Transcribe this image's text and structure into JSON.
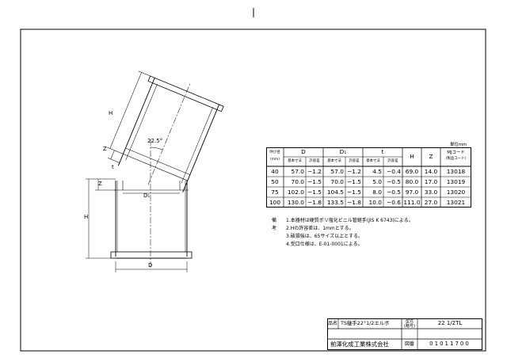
{
  "drawing": {
    "labels": {
      "h_upper": "H",
      "z_upper": "Z",
      "t_upper": "t",
      "angle": "22.5°",
      "z_lower": "Z",
      "h_lower": "H",
      "d_inner": "D₁",
      "d_outer": "D"
    }
  },
  "spec_table": {
    "unit_label": "単位mm",
    "col_nominal": "呼び径",
    "col_nominal_unit": "(mm)",
    "col_d": "D",
    "col_d1": "D₁",
    "col_t": "t",
    "col_h": "H",
    "col_z": "Z",
    "col_code": "MJコード",
    "col_code_sub": "(製品コード)",
    "sub_basic": "基本寸法",
    "sub_tolerance": "許容差",
    "rows": [
      {
        "nominal": "40",
        "d": "57.0",
        "d_tol": "−1.2",
        "d1": "57.0",
        "d1_tol": "−1.2",
        "t": "4.5",
        "t_tol": "−0.4",
        "h": "69.0",
        "z": "14.0",
        "code": "13018"
      },
      {
        "nominal": "50",
        "d": "70.0",
        "d_tol": "−1.5",
        "d1": "70.0",
        "d1_tol": "−1.5",
        "t": "5.0",
        "t_tol": "−0.5",
        "h": "80.0",
        "z": "17.0",
        "code": "13019"
      },
      {
        "nominal": "75",
        "d": "102.0",
        "d_tol": "−1.5",
        "d1": "104.5",
        "d1_tol": "−1.5",
        "t": "8.0",
        "t_tol": "−0.5",
        "h": "97.0",
        "z": "33.0",
        "code": "13020"
      },
      {
        "nominal": "100",
        "d": "130.0",
        "d_tol": "−1.8",
        "d1": "133.5",
        "d1_tol": "−1.8",
        "t": "10.0",
        "t_tol": "−0.6",
        "h": "111.0",
        "z": "27.0",
        "code": "13021"
      }
    ]
  },
  "notes": {
    "label": "備考",
    "items": [
      "1.本器材は硬質ポリ塩化ビニル管継手(JIS K 6743)による。",
      "2.Hの許容差は、1mmとする。",
      "3.破損強は、65サイズ以上とする。",
      "4.受口仕様は、E-01-0001による。"
    ]
  },
  "title_block": {
    "name_label": "品名",
    "name_value": "TS継手22°1/2エルボ",
    "model_label": "型式",
    "model_sub": "(略号)",
    "model_value": "22 1/2TL",
    "company": "前澤化成工業株式会社",
    "drawing_no_label": "図番",
    "drawing_no": "01011700"
  }
}
